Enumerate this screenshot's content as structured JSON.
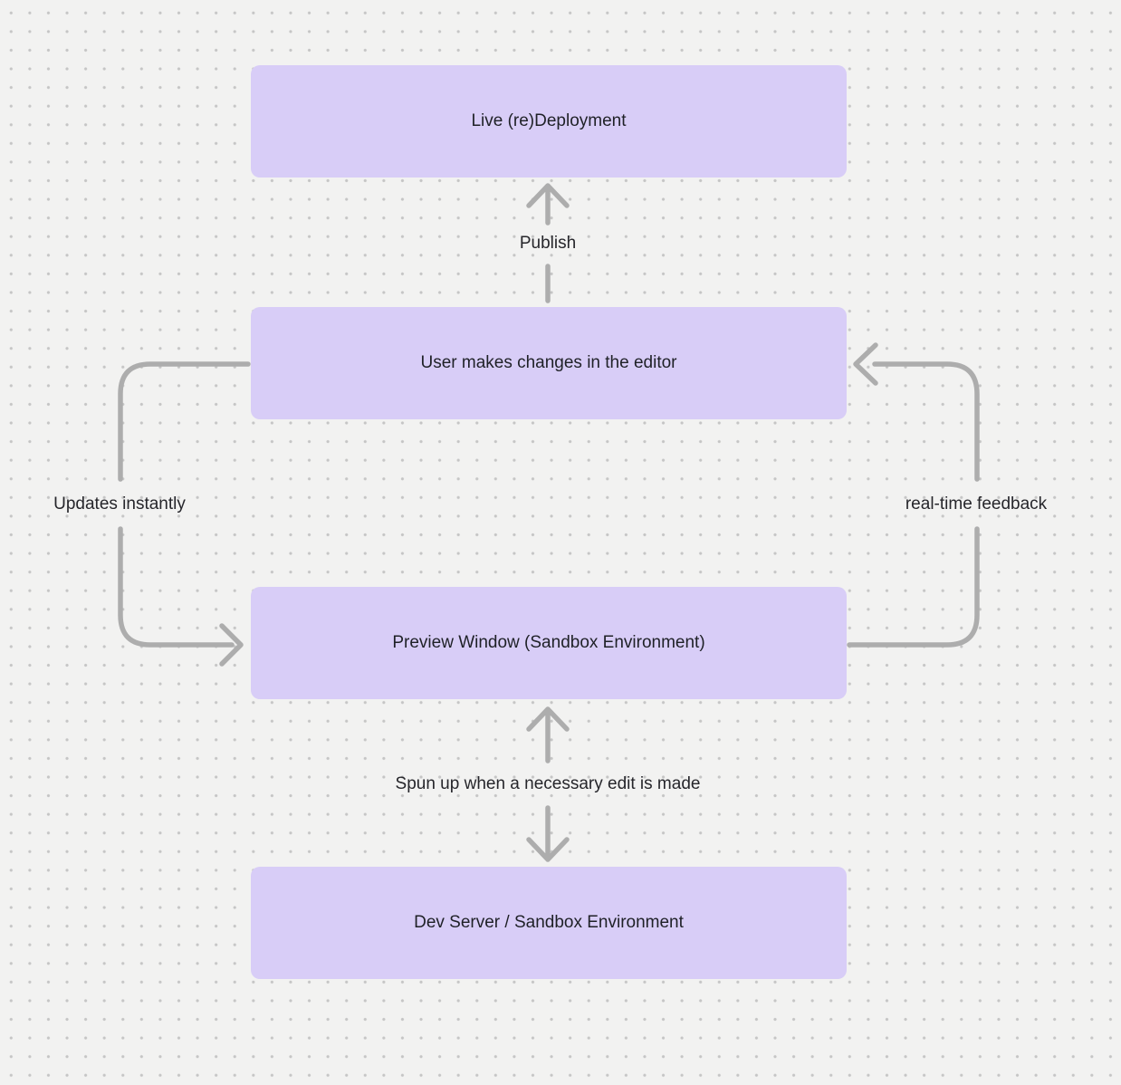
{
  "canvas": {
    "background_color": "#f2f2f1",
    "dot_color": "#c5c5c5"
  },
  "diagram": {
    "nodes": [
      {
        "id": "live-redeployment",
        "label": "Live (re)Deployment"
      },
      {
        "id": "user-editor",
        "label": "User makes changes in the editor"
      },
      {
        "id": "preview-window",
        "label": "Preview Window (Sandbox Environment)"
      },
      {
        "id": "dev-server",
        "label": "Dev Server / Sandbox Environment"
      }
    ],
    "edges": [
      {
        "id": "publish",
        "label": "Publish",
        "from": "user-editor",
        "to": "live-redeployment",
        "direction": "up"
      },
      {
        "id": "updates-instantly",
        "label": "Updates instantly",
        "from": "user-editor",
        "to": "preview-window",
        "direction": "left-loop-down"
      },
      {
        "id": "real-time-feedback",
        "label": "real-time feedback",
        "from": "preview-window",
        "to": "user-editor",
        "direction": "right-loop-up"
      },
      {
        "id": "spun-up",
        "label": "Spun up when a necessary edit is made",
        "from": "preview-window",
        "to": "dev-server",
        "direction": "both"
      }
    ],
    "colors": {
      "node_fill": "#d8cdf7",
      "node_text": "#1f2127",
      "arrow": "#adadad",
      "label_text": "#26262b"
    }
  }
}
